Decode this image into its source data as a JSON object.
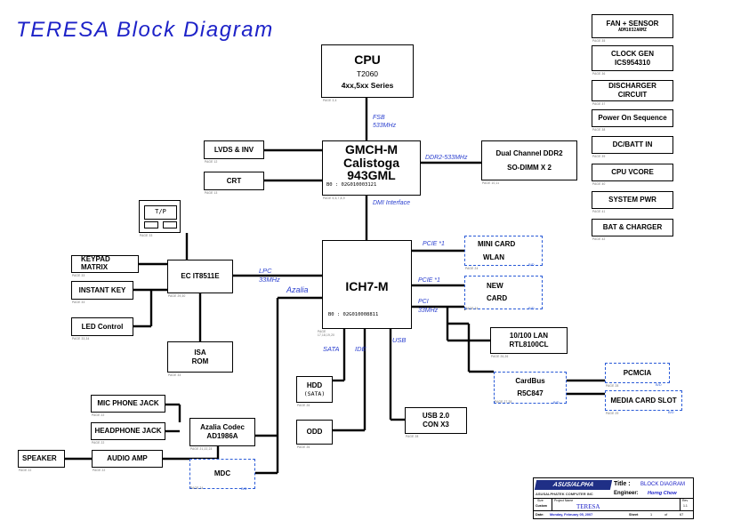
{
  "title": "TERESA Block Diagram",
  "cpu": {
    "label": "CPU",
    "model": "T2060",
    "series": "4xx,5xx Series"
  },
  "fsb": {
    "label": "FSB",
    "speed": "533MHz"
  },
  "gmch": {
    "line1": "GMCH-M",
    "line2": "Calistoga",
    "line3": "943GML",
    "pn": "B0 : 02G010003121"
  },
  "lvds": "LVDS & INV",
  "crt": "CRT",
  "ddr_bus": "DDR2-533MHz",
  "ddr": {
    "line1": "Dual Channel DDR2",
    "line2": "SO-DIMM X 2"
  },
  "dmi": "DMI Interface",
  "tp": "T/P",
  "keypad": {
    "line1": "KEYPAD",
    "line2": "MATRIX"
  },
  "instant_key": "INSTANT KEY",
  "led": "LED Control",
  "ec": "EC IT8511E",
  "lpc": {
    "label": "LPC",
    "speed": "33MHz"
  },
  "azalia_bus": "Azalia",
  "ich": {
    "label": "ICH7-M",
    "pn": "B0 : 02G010008811"
  },
  "pcie1": "PCIE *1",
  "pcie2": "PCIE *1",
  "pci": {
    "label": "PCI",
    "speed": "33MHz"
  },
  "minicard": {
    "line1": "MINI CARD",
    "line2": "WLAN"
  },
  "newcard": {
    "line1": "NEW",
    "line2": "CARD"
  },
  "lan": {
    "line1": "10/100 LAN",
    "line2": "RTL8100CL"
  },
  "cardbus": {
    "line1": "CardBus",
    "line2": "R5C847"
  },
  "pcmcia": "PCMCIA",
  "media": "MEDIA CARD SLOT",
  "isa": {
    "line1": "ISA",
    "line2": "ROM"
  },
  "sata": "SATA",
  "ide": "IDE",
  "usb_bus": "USB",
  "hdd": {
    "line1": "HDD",
    "line2": "(SATA)"
  },
  "odd": "ODD",
  "usb": {
    "line1": "USB 2.0",
    "line2": "CON X3"
  },
  "mic": "MIC PHONE JACK",
  "headphone": "HEADPHONE JACK",
  "speaker": "SPEAKER",
  "amp": "AUDIO AMP",
  "codec": {
    "line1": "Azalia Codec",
    "line2": "AD1986A"
  },
  "mdc": "MDC",
  "right_blocks": [
    {
      "line1": "FAN + SENSOR",
      "line2": "ADM1032ARMZ"
    },
    {
      "line1": "CLOCK GEN",
      "line2": "ICS954310"
    },
    {
      "line1": "DISCHARGER",
      "line2": "CIRCUIT"
    },
    {
      "line1": "Power On Sequence",
      "line2": ""
    },
    {
      "line1": "DC/BATT IN",
      "line2": ""
    },
    {
      "line1": "CPU VCORE",
      "line2": ""
    },
    {
      "line1": "SYSTEM PWR",
      "line2": ""
    },
    {
      "line1": "BAT & CHARGER",
      "line2": ""
    }
  ],
  "titleblock": {
    "logo": "ASUS/ALPHA",
    "company": "ASUSALPHATEK COMPUTER INC",
    "title_label": "Title :",
    "title_value": "BLOCK DIAGRAM",
    "engineer_label": "Engineer:",
    "engineer_value": "Horng Chow",
    "size_label": "Size",
    "size_value": "Custom",
    "project_label": "Project Name",
    "project_value": "TERESA",
    "rev_label": "Rev",
    "rev_value": "1.1",
    "date_label": "Date:",
    "date_value": "Monday, February 05, 2007",
    "sheet_label": "Sheet",
    "sheet_value": "1",
    "of_label": "of",
    "of_value": "67"
  }
}
